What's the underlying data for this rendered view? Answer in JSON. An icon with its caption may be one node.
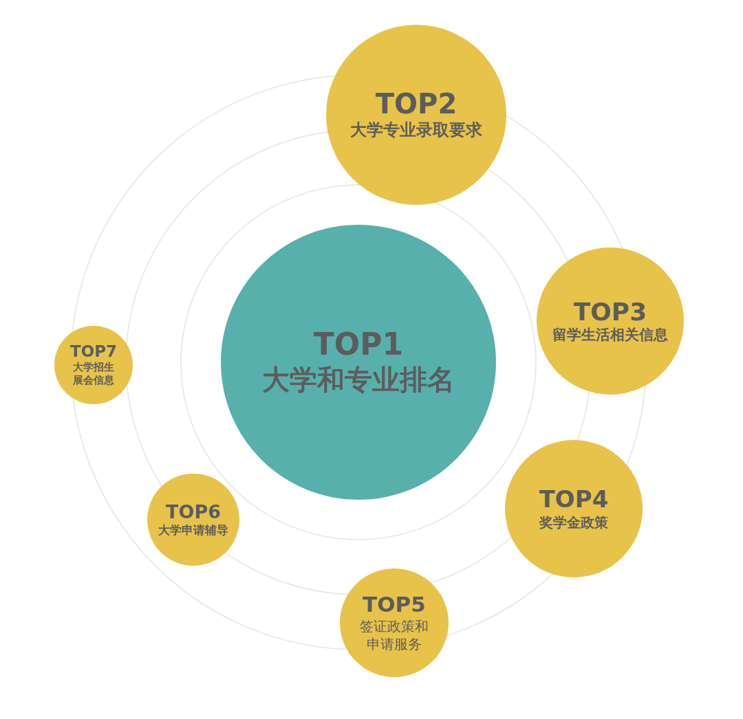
{
  "diagram": {
    "nodes": [
      {
        "text": [
          "TOP1",
          "大学和专业排名"
        ]
      },
      {
        "text": [
          "TOP2",
          "大学专业录取要求"
        ]
      },
      {
        "text": [
          "TOP3",
          "留学生活相关信息"
        ]
      },
      {
        "text": [
          "TOP4",
          "奖学金政策"
        ]
      },
      {
        "text": [
          "TOP5",
          "签证政策和申请服务"
        ]
      },
      {
        "text": [
          "TOP6",
          "大学申请辅导"
        ]
      },
      {
        "text": [
          "TOP7",
          "大学招生展会信息"
        ]
      }
    ],
    "edges": []
  }
}
